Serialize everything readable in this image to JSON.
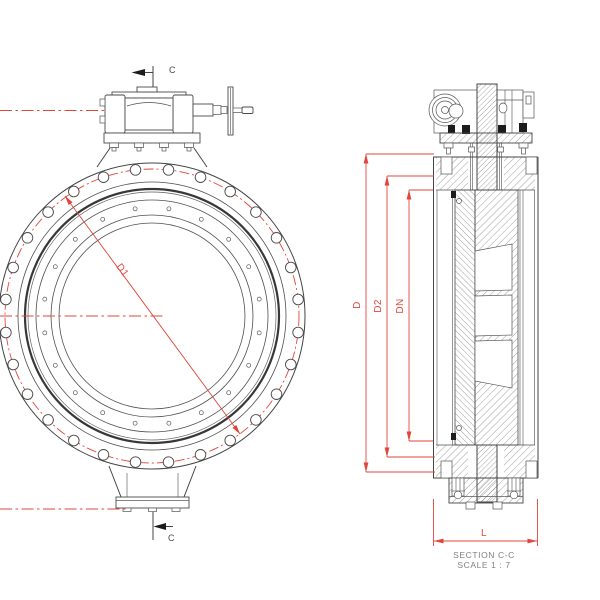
{
  "drawing": {
    "labels": {
      "section_cut": "C",
      "d1": "D1",
      "d": "D",
      "d2": "D2",
      "dn": "DN",
      "l": "L"
    },
    "title": {
      "line1": "SECTION C-C",
      "line2": "SCALE 1 : 7"
    },
    "colors": {
      "dimension_red": "#e2453a",
      "centerline_red": "#e2453a",
      "line_dark": "#454545",
      "hatch_gray": "#4f4f4f",
      "title_gray": "#808080",
      "background": "#ffffff"
    }
  }
}
